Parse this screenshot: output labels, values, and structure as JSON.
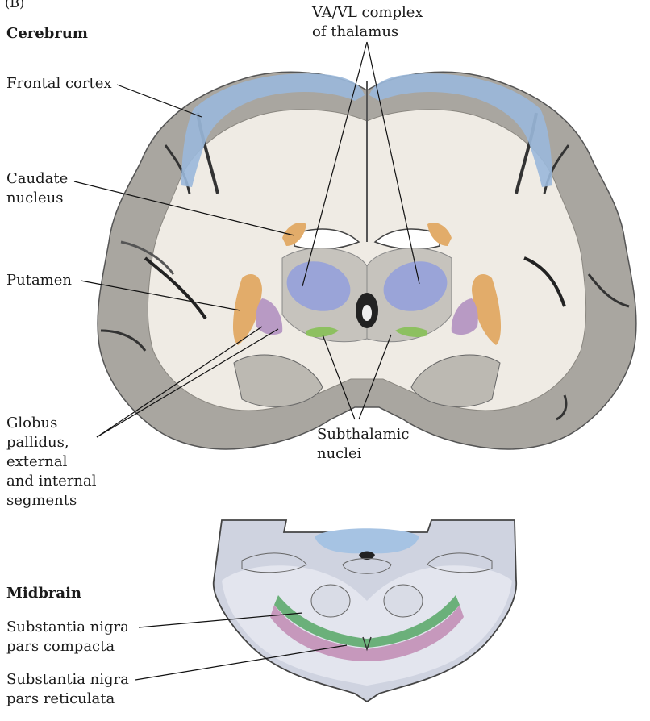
{
  "panel_label": "(B)",
  "sections": {
    "cerebrum": "Cerebrum",
    "midbrain": "Midbrain"
  },
  "labels": {
    "frontal_cortex": "Frontal cortex",
    "va_vl": [
      "VA/VL complex",
      "of thalamus"
    ],
    "caudate": [
      "Caudate",
      "nucleus"
    ],
    "putamen": "Putamen",
    "globus_pallidus": [
      "Globus",
      "pallidus,",
      "external",
      "and internal",
      "segments"
    ],
    "subthalamic": [
      "Subthalamic",
      "nuclei"
    ],
    "sn_compacta": [
      "Substantia nigra",
      "pars compacta"
    ],
    "sn_reticulata": [
      "Substantia nigra",
      "pars reticulata"
    ]
  },
  "colors": {
    "cortex_gray": "#a9a6a0",
    "white_matter": "#efebe4",
    "frontal_cortex": "#9ab8da",
    "caudate_putamen": "#e2ac6a",
    "globus_pallidus": "#b89ac4",
    "thalamus_va_vl": "#9aa4d8",
    "subthalamic": "#8dc060",
    "sn_compacta": "#6bb07a",
    "sn_reticulata": "#c28fb6",
    "midbrain_fill": "#cfd3e0"
  }
}
